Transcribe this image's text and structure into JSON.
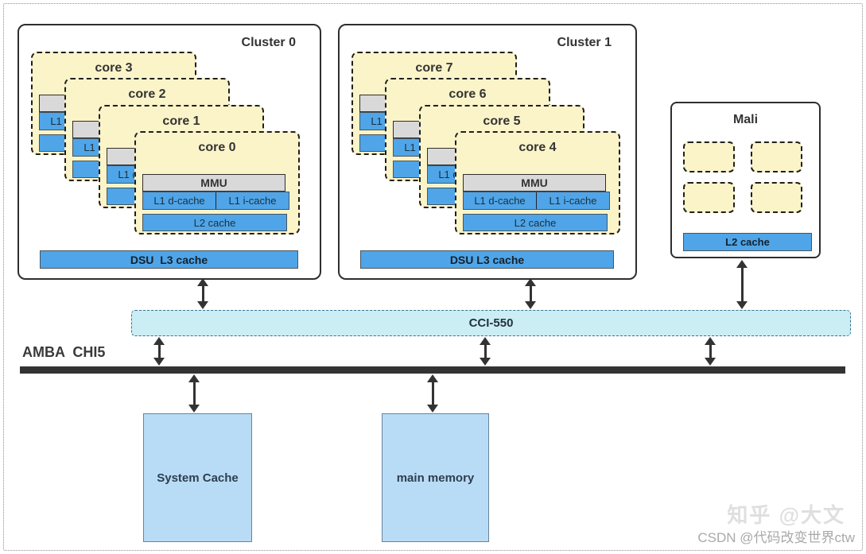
{
  "diagram": {
    "clusters": [
      {
        "title": "Cluster 0",
        "dsu_label": "DSU  L3 cache",
        "cores": [
          {
            "label": "core 3"
          },
          {
            "label": "core 2"
          },
          {
            "label": "core 1"
          },
          {
            "label": "core 0"
          }
        ]
      },
      {
        "title": "Cluster 1",
        "dsu_label": "DSU L3 cache",
        "cores": [
          {
            "label": "core 7"
          },
          {
            "label": "core 6"
          },
          {
            "label": "core 5"
          },
          {
            "label": "core 4"
          }
        ]
      }
    ],
    "core_inner": {
      "mmu": "MMU",
      "l1d": "L1 d-cache",
      "l1i": "L1 i-cache",
      "l2": "L2 cache"
    },
    "mali": {
      "title": "Mali",
      "shader_core_count": 4,
      "l2_label": "L2 cache"
    },
    "interconnect": {
      "label": "CCI-550"
    },
    "bus": {
      "label": "AMBA  CHI5"
    },
    "memory": {
      "system_cache": "System Cache",
      "main_memory": "main memory"
    },
    "watermarks": {
      "zhihu": "知乎 @大文",
      "csdn": "CSDN @代码改变世界ctw"
    },
    "colors": {
      "core_fill": "#fbf4c9",
      "cache_blue": "#4fa5e8",
      "mmu_gray": "#d9d9d9",
      "cci_fill": "#cbedf4",
      "memory_fill": "#b9dcf6",
      "bus_dark": "#333333"
    }
  }
}
